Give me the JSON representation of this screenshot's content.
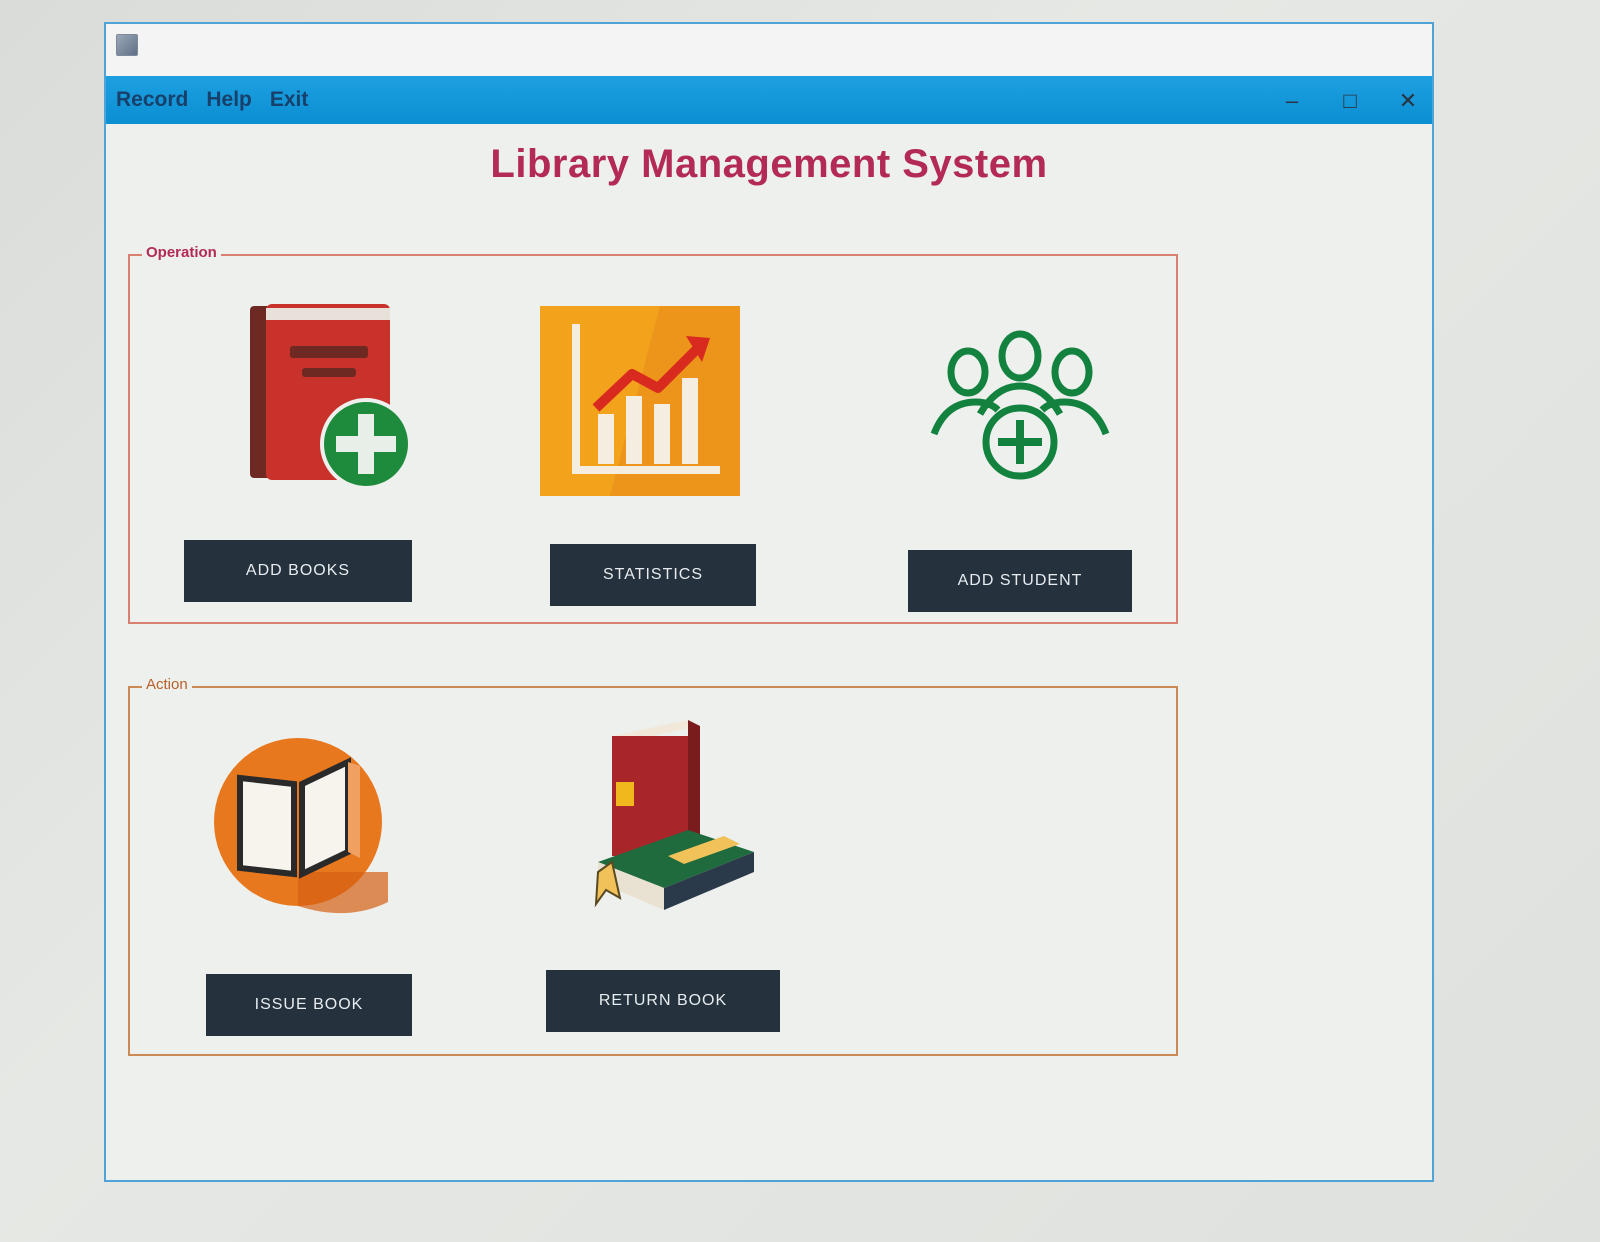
{
  "menu": {
    "items": [
      "Record",
      "Help",
      "Exit"
    ]
  },
  "window_controls": {
    "minimize": "–",
    "maximize": "□",
    "close": "✕"
  },
  "header": {
    "title": "Library Management System"
  },
  "operation_panel": {
    "legend": "Operation",
    "buttons": [
      "ADD BOOKS",
      "STATISTICS",
      "ADD STUDENT"
    ]
  },
  "action_panel": {
    "legend": "Action",
    "buttons": [
      "ISSUE BOOK",
      "RETURN BOOK"
    ]
  },
  "icons": {
    "add_books": "book-add-icon",
    "statistics": "bar-chart-trend-icon",
    "add_student": "group-add-icon",
    "issue_book": "open-book-icon",
    "return_book": "stacked-books-icon"
  },
  "colors": {
    "menu_bar": "#0b8fd3",
    "title": "#b22a55",
    "button_bg": "#25313d",
    "panel_border_operation": "#d98070",
    "panel_border_action": "#c98a55"
  }
}
